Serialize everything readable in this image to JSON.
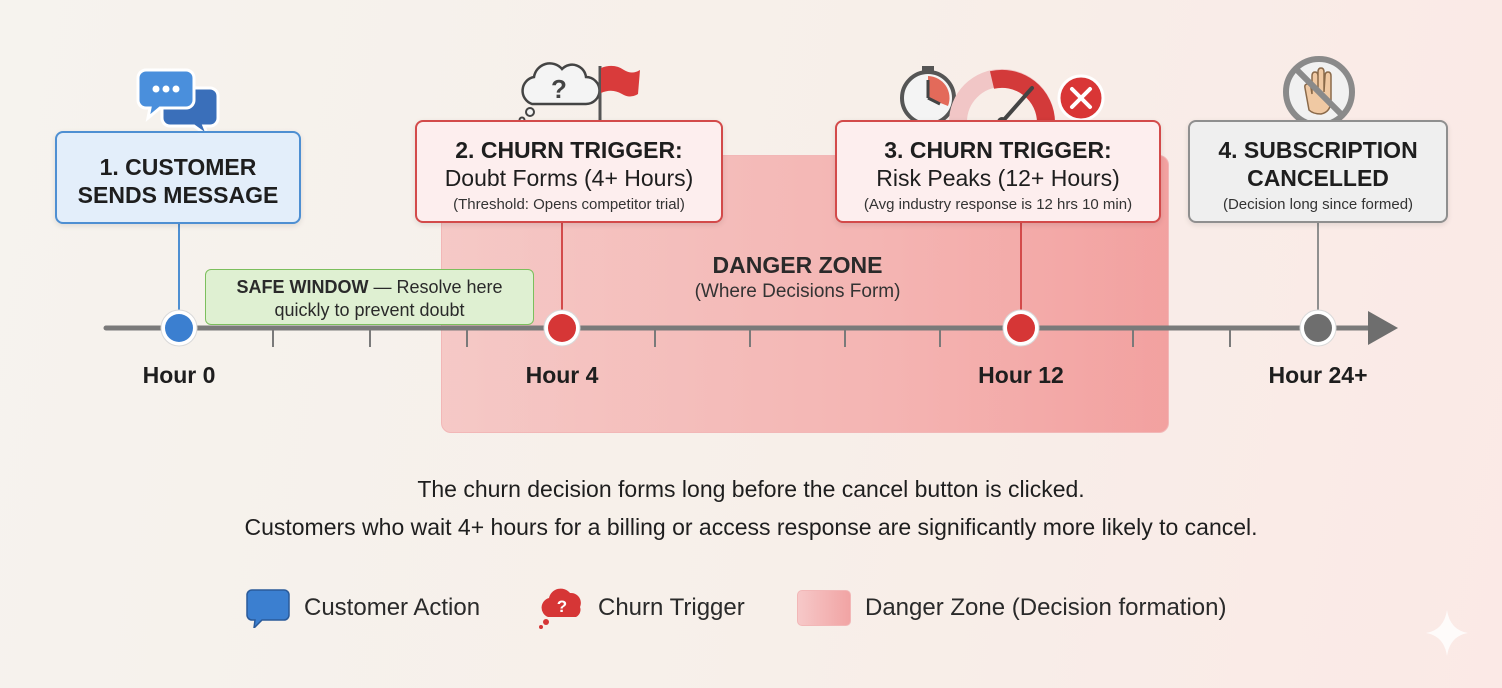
{
  "danger_zone": {
    "title": "DANGER ZONE",
    "subtitle": "(Where Decisions Form)"
  },
  "safe_window": {
    "label": "SAFE WINDOW",
    "text_rest": " — Resolve here",
    "text_line2": "quickly to prevent doubt"
  },
  "stages": [
    {
      "title_l1": "1. CUSTOMER",
      "title_l2": "SENDS MESSAGE",
      "hour": "Hour 0",
      "icon": "chat-bubbles-icon"
    },
    {
      "title": "2. CHURN TRIGGER:",
      "detail": "Doubt Forms (4+ Hours)",
      "note": "(Threshold: Opens competitor trial)",
      "hour": "Hour 4",
      "icon": "question-cloud-flag-icon"
    },
    {
      "title": "3. CHURN TRIGGER:",
      "detail": "Risk Peaks (12+ Hours)",
      "note": "(Avg industry response is 12 hrs 10 min)",
      "hour": "Hour 12",
      "icon": "stopwatch-gauge-x-icon"
    },
    {
      "title_l1": "4. SUBSCRIPTION",
      "title_l2": "CANCELLED",
      "note": "(Decision long since formed)",
      "hour": "Hour 24+",
      "icon": "no-hand-icon"
    }
  ],
  "caption": {
    "line1": "The churn decision forms long before the cancel button is clicked.",
    "line2": "Customers who wait 4+ hours for a billing or access response are significantly more likely to cancel."
  },
  "legend": [
    {
      "label": "Customer Action",
      "icon": "chat-bubble-icon"
    },
    {
      "label": "Churn Trigger",
      "icon": "question-cloud-icon"
    },
    {
      "label": "Danger Zone (Decision formation)",
      "icon": "danger-swatch"
    }
  ],
  "colors": {
    "customer_action": "#3b7fd0",
    "churn_trigger": "#d63636",
    "cancelled": "#6e6e6e",
    "safe": "#7cbf5d",
    "danger": "#f2a0a0"
  }
}
